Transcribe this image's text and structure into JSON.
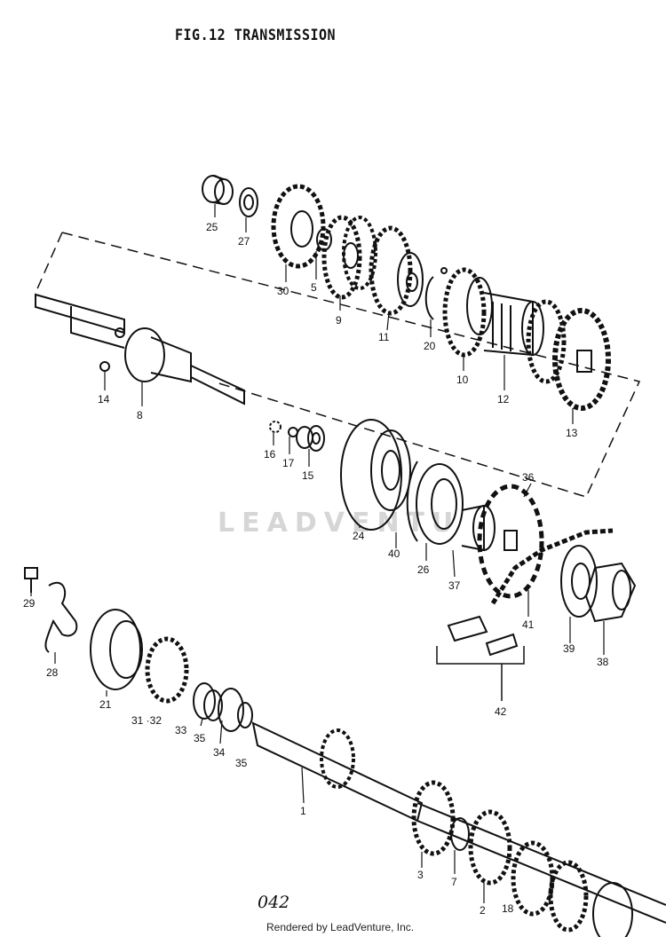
{
  "figure": {
    "title": "FIG.12  TRANSMISSION",
    "page_number": "042",
    "credit": "Rendered by LeadVenture, Inc.",
    "watermark": "LEADVENTU"
  },
  "callouts": [
    {
      "label": "25"
    },
    {
      "label": "27"
    },
    {
      "label": "30"
    },
    {
      "label": "5"
    },
    {
      "label": "9"
    },
    {
      "label": "11"
    },
    {
      "label": "20"
    },
    {
      "label": "10"
    },
    {
      "label": "12"
    },
    {
      "label": "13"
    },
    {
      "label": "14"
    },
    {
      "label": "8"
    },
    {
      "label": "16"
    },
    {
      "label": "17"
    },
    {
      "label": "15"
    },
    {
      "label": "24"
    },
    {
      "label": "40"
    },
    {
      "label": "26"
    },
    {
      "label": "36"
    },
    {
      "label": "37"
    },
    {
      "label": "41"
    },
    {
      "label": "39"
    },
    {
      "label": "38"
    },
    {
      "label": "42"
    },
    {
      "label": "29"
    },
    {
      "label": "28"
    },
    {
      "label": "21"
    },
    {
      "label": "31 ·32"
    },
    {
      "label": "33"
    },
    {
      "label": "35"
    },
    {
      "label": "34"
    },
    {
      "label": "35"
    },
    {
      "label": "1"
    },
    {
      "label": "3"
    },
    {
      "label": "7"
    },
    {
      "label": "2"
    },
    {
      "label": "18"
    }
  ]
}
